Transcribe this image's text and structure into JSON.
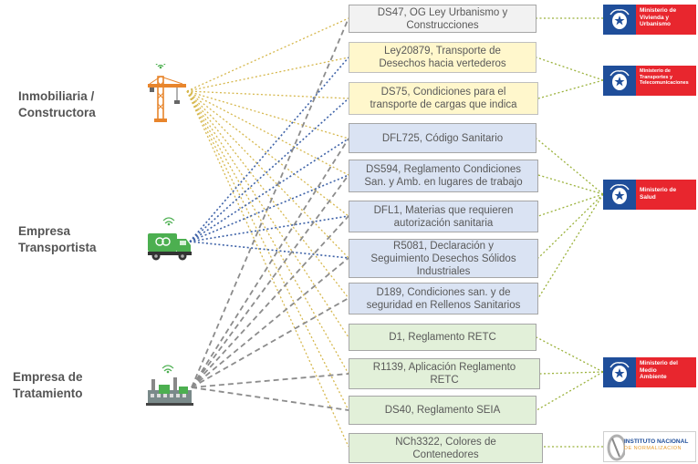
{
  "actors": [
    {
      "lines": [
        "Inmobiliaria /",
        "Constructora"
      ],
      "icon": "crane-icon"
    },
    {
      "lines": [
        "Empresa",
        "Transportista"
      ],
      "icon": "truck-icon"
    },
    {
      "lines": [
        "Empresa de",
        "Tratamiento"
      ],
      "icon": "factory-icon"
    }
  ],
  "regulations": [
    {
      "lines": [
        "DS47, OG Ley Urbanismo y",
        "Construcciones"
      ],
      "color": "gray"
    },
    {
      "lines": [
        "Ley20879, Transporte de",
        "Desechos hacia vertederos"
      ],
      "color": "yellow"
    },
    {
      "lines": [
        "DS75, Condiciones para el",
        "transporte de cargas que indica"
      ],
      "color": "yellow"
    },
    {
      "lines": [
        "DFL725, Código Sanitario"
      ],
      "color": "blue"
    },
    {
      "lines": [
        "DS594, Reglamento Condiciones",
        "San. y Amb. en lugares de trabajo"
      ],
      "color": "blue"
    },
    {
      "lines": [
        "DFL1, Materias que requieren",
        "autorización sanitaria"
      ],
      "color": "blue"
    },
    {
      "lines": [
        "R5081, Declaración y",
        "Seguimiento Desechos Sólidos",
        "Industriales"
      ],
      "color": "blue"
    },
    {
      "lines": [
        "D189, Condiciones san. y de",
        "seguridad en Rellenos Sanitarios"
      ],
      "color": "blue"
    },
    {
      "lines": [
        "D1, Reglamento RETC"
      ],
      "color": "green"
    },
    {
      "lines": [
        "R1139, Aplicación Reglamento",
        "RETC"
      ],
      "color": "green"
    },
    {
      "lines": [
        "DS40, Reglamento SEIA"
      ],
      "color": "green"
    },
    {
      "lines": [
        "NCh3322, Colores de",
        "Contenedores"
      ],
      "color": "green"
    }
  ],
  "ministries": [
    {
      "lines": [
        "Ministerio de",
        "Vivienda y",
        "Urbanismo"
      ],
      "icon": "chile-coat-of-arms-icon"
    },
    {
      "lines": [
        "Ministerio de",
        "Transportes y",
        "Telecomunicaciones"
      ],
      "icon": "chile-coat-of-arms-icon"
    },
    {
      "lines": [
        "Ministerio de",
        "Salud"
      ],
      "icon": "chile-coat-of-arms-icon"
    },
    {
      "lines": [
        "Ministerio del",
        "Medio",
        "Ambiente"
      ],
      "icon": "chile-coat-of-arms-icon"
    }
  ],
  "institute": {
    "line1": "INSTITUTO NACIONAL",
    "line2": "DE NORMALIZACION",
    "icon": "inn-logo-icon"
  },
  "colors": {
    "constructora_links": "#d6b84e",
    "transportista_links": "#3f63a8",
    "tratamiento_links": "#8c8c8c",
    "ministry_links": "#9bb23c",
    "ministry_red": "#e8262e",
    "ministry_blue": "#1f4e9a"
  }
}
